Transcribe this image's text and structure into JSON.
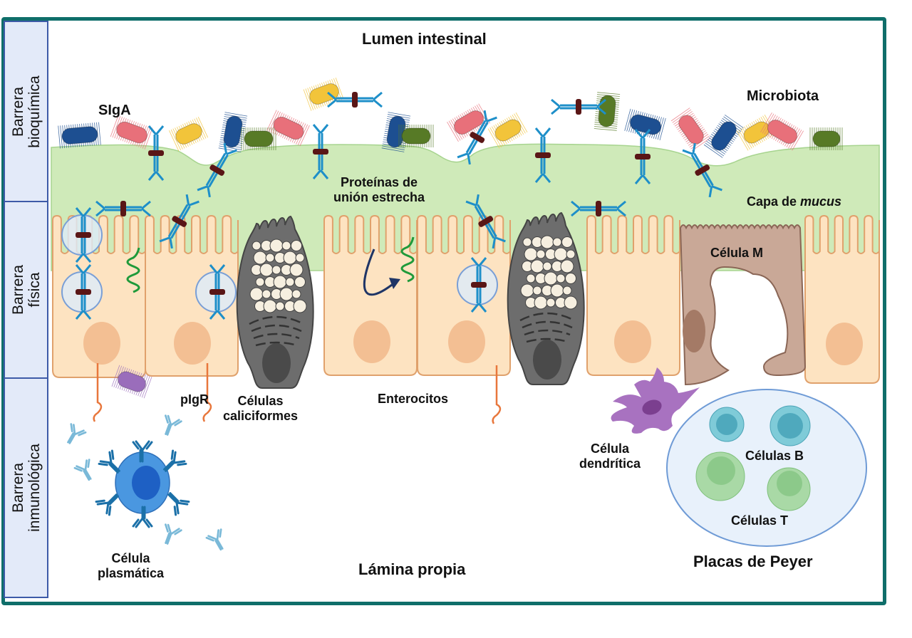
{
  "side_panels": [
    {
      "line1": "Barrera",
      "line2": "bioquímica"
    },
    {
      "line1": "Barrera",
      "line2": "física"
    },
    {
      "line1": "Barrera",
      "line2": "inmunológica"
    }
  ],
  "labels": {
    "lumen": "Lumen intestinal",
    "siga": "SIgA",
    "microbiota": "Microbiota",
    "tight_junction_line1": "Proteínas de",
    "tight_junction_line2": "unión estrecha",
    "mucus_prefix": "Capa de ",
    "mucus_italic": "mucus",
    "m_cell": "Célula M",
    "pigr": "pIgR",
    "goblet_line1": "Células",
    "goblet_line2": "caliciformes",
    "enterocytes": "Enterocitos",
    "dendritic_line1": "Célula",
    "dendritic_line2": "dendrítica",
    "b_cells": "Células B",
    "t_cells": "Células T",
    "peyer": "Placas de Peyer",
    "plasma_line1": "Célula",
    "plasma_line2": "plasmática",
    "lamina": "Lámina propia"
  },
  "colors": {
    "frame": "#0f6e6a",
    "side_fill": "#e3eaf9",
    "side_border": "#3d5aa8",
    "mucus": "#cfeab9",
    "enterocyte": "#fde3c1",
    "enterocyte_border": "#e0a16c",
    "nucleus": "#f3bf93",
    "goblet": "#6d6d6d",
    "m_cell": "#c9a897",
    "antibody": "#1e8fc9",
    "secretory_piece": "#5a1616",
    "tight_junction": "#1f9a3a",
    "pigr": "#e8773c",
    "dendritic": "#a872c0",
    "plasma": "#4a97e0",
    "b_cell": "#7fcbd8",
    "t_cell": "#a9d9a6",
    "peyer_fill": "#e8f1fb",
    "peyer_border": "#6f9bd6",
    "bacteria_blue": "#1d4f91",
    "bacteria_red": "#e8707a",
    "bacteria_yellow": "#f2c43a",
    "bacteria_green": "#577a26",
    "bacteria_purple": "#9a6dbb"
  }
}
